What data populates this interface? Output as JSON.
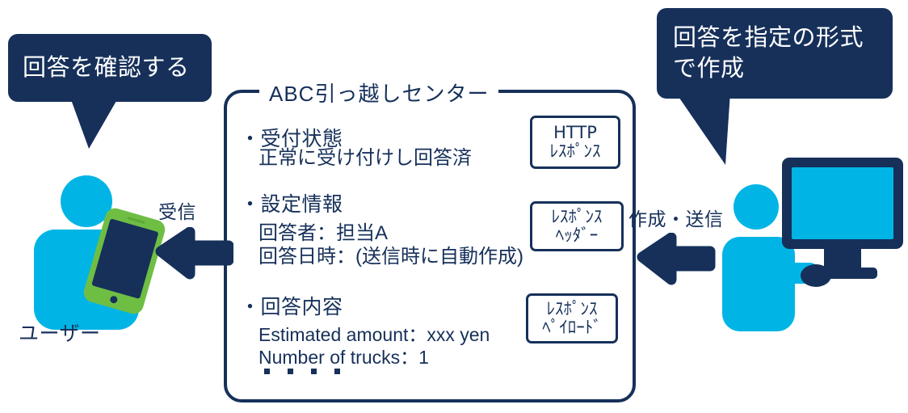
{
  "bubbles": {
    "left": {
      "text": "回答を確認する"
    },
    "right": {
      "text": "回答を指定の形式\nで作成"
    }
  },
  "card": {
    "title": "ABC引っ越しセンター",
    "sections": [
      {
        "heading": "・受付状態",
        "body": "正常に受け付けし回答済",
        "badge": "HTTP\nﾚｽﾎﾟﾝｽ"
      },
      {
        "heading": "・設定情報",
        "body": "回答者：担当A\n回答日時：(送信時に自動作成)",
        "badge": "ﾚｽﾎﾟﾝｽ\nﾍｯﾀﾞｰ"
      },
      {
        "heading": "・回答内容",
        "body": "Estimated amount：xxx yen\nNumber of trucks：1",
        "badge": "ﾚｽﾎﾟﾝｽ\nﾍﾟｲﾛｰﾄﾞ",
        "continuation_dots": 4
      }
    ]
  },
  "actors": {
    "user_label": "ユーザー",
    "user_device": "smartphone",
    "operator_device": "desktop-computer"
  },
  "arrows": {
    "receive": {
      "label": "受信",
      "direction": "left"
    },
    "send": {
      "label": "作成・送信",
      "direction": "left"
    }
  },
  "colors": {
    "navy": "#16305A",
    "cyan": "#00B5E5",
    "green": "#6FBE44",
    "background": "#FFFFFF"
  }
}
